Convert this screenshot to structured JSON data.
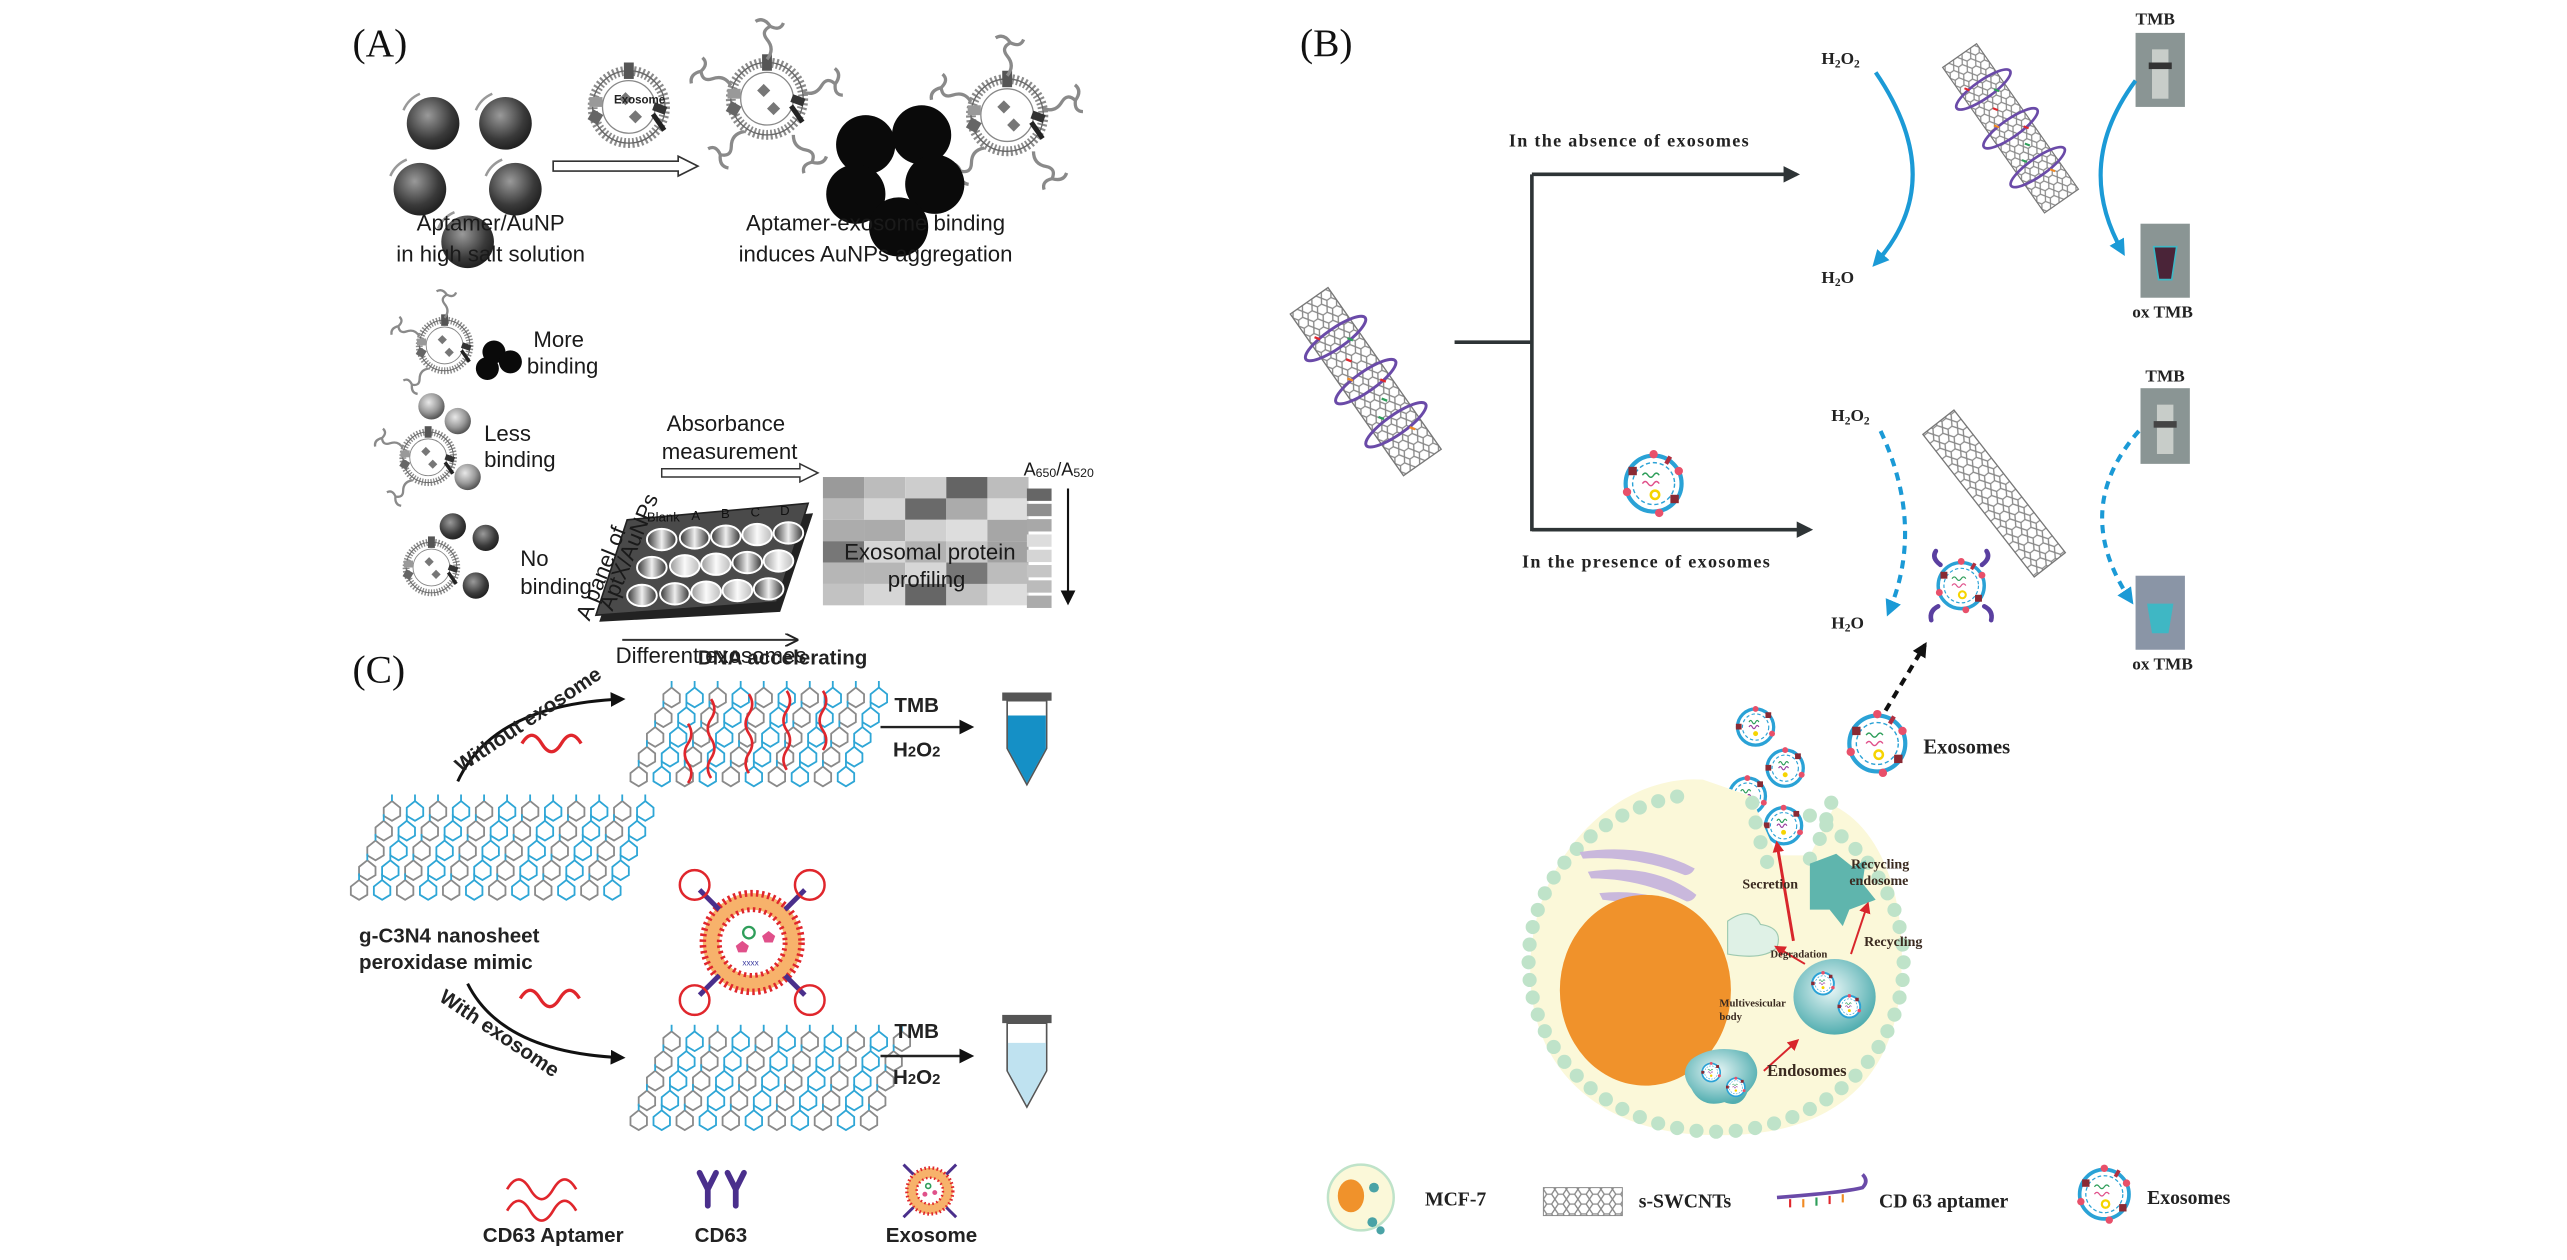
{
  "figure": {
    "panels": [
      {
        "id": "A",
        "label": "(A)"
      },
      {
        "id": "B",
        "label": "(B)"
      },
      {
        "id": "C",
        "label": "(C)"
      }
    ]
  },
  "panel_a": {
    "exosome_label": "Exosome",
    "left_caption": [
      "Aptamer/AuNP",
      "in high salt solution"
    ],
    "right_caption": [
      "Aptamer-exosome binding",
      "induces AuNPs aggregation"
    ],
    "binding_levels": [
      {
        "label": [
          "More",
          "binding"
        ]
      },
      {
        "label": [
          "Less",
          "binding"
        ]
      },
      {
        "label": [
          "No",
          "binding"
        ]
      }
    ],
    "plate_side_label": [
      "A panel of",
      "AptX/AuNPs"
    ],
    "plate_columns": [
      "Blank",
      "A",
      "B",
      "C",
      "D"
    ],
    "absorbance_label": [
      "Absorbance",
      "measurement"
    ],
    "different_exosomes_label": "Different exosomes",
    "heatmap_caption": [
      "Exosomal protein",
      "profiling"
    ],
    "scale_label": "A650/A520",
    "scale_label_main": "A",
    "scale_sub1": "650",
    "scale_mid": "/A",
    "scale_sub2": "520",
    "heatmap_shades": [
      [
        "#9a9a9a",
        "#bcbcbc",
        "#cdcdcd",
        "#646464",
        "#bdbdbd"
      ],
      [
        "#bababa",
        "#d6d6d6",
        "#6a6a6a",
        "#ababab",
        "#dedede"
      ],
      [
        "#acacac",
        "#ababab",
        "#d0d0d0",
        "#dddddd",
        "#a6a6a6"
      ],
      [
        "#777777",
        "#d6d6d6",
        "#b2b2b2",
        "#c8c8c8",
        "#a2a2a2"
      ],
      [
        "#b6b6b6",
        "#b6b6b6",
        "#d6d6d6",
        "#777777",
        "#bcbcbc"
      ],
      [
        "#c2c2c2",
        "#d6d6d6",
        "#666666",
        "#c2c2c2",
        "#dddddd"
      ]
    ],
    "scale_shades": [
      "#666666",
      "#8f8f8f",
      "#a8a8a8",
      "#dddddd",
      "#d5d5d5",
      "#c5c5c5",
      "#bbbbbb",
      "#ababab"
    ]
  },
  "panel_b": {
    "absence_label": "In the absence of exosomes",
    "presence_label": "In the presence of exosomes",
    "h2o2": "H2O2",
    "h2o": "H2O",
    "tmb": "TMB",
    "ox_tmb": "ox TMB",
    "exosomes_label": "Exosomes",
    "cell_labels": {
      "secretion": "Secretion",
      "recycling_endosome": [
        "Recycling",
        "endosome"
      ],
      "recycling": "Recycling",
      "degradation": "Degradation",
      "multivesicular_body": [
        "Multivesicular",
        "body"
      ],
      "endosomes": "Endosomes"
    },
    "legend": [
      {
        "icon": "mcf7-cell-icon",
        "label": "MCF-7"
      },
      {
        "icon": "nanotube-icon",
        "label": "s-SWCNTs"
      },
      {
        "icon": "aptamer-icon",
        "label": "CD 63 aptamer"
      },
      {
        "icon": "exosome-icon",
        "label": "Exosomes"
      }
    ],
    "colors": {
      "arrow_blue": "#1b9ad6",
      "ox_tmb_purple": "#4a2438",
      "ox_tmb_blue": "#3fb7c4",
      "nucleus": "#f0922b",
      "cytoplasm": "#fbf8d9",
      "membrane_dots": "#bfe3c9"
    }
  },
  "panel_c": {
    "dna_accelerating": "DNA accelerating",
    "without_exosome": "Without exosome",
    "with_exosome": "With exosome",
    "nanosheet_label": [
      "g-C3N4 nanosheet",
      "peroxidase mimic"
    ],
    "tmb": "TMB",
    "h2o2": "H2O2",
    "legend": [
      {
        "icon": "cd63-aptamer-icon",
        "label": "CD63 Aptamer"
      },
      {
        "icon": "cd63-antibody-icon",
        "label": "CD63"
      },
      {
        "icon": "exosome-icon",
        "label": "Exosome"
      }
    ],
    "colors": {
      "tube_dark_blue": "#1590c6",
      "tube_light_blue": "#bfe2f0",
      "aptamer_red": "#e0262c",
      "sheet_blue": "#2ea6d6",
      "sheet_gray": "#8a8a8a",
      "cd63_purple": "#4a2f8c"
    }
  }
}
